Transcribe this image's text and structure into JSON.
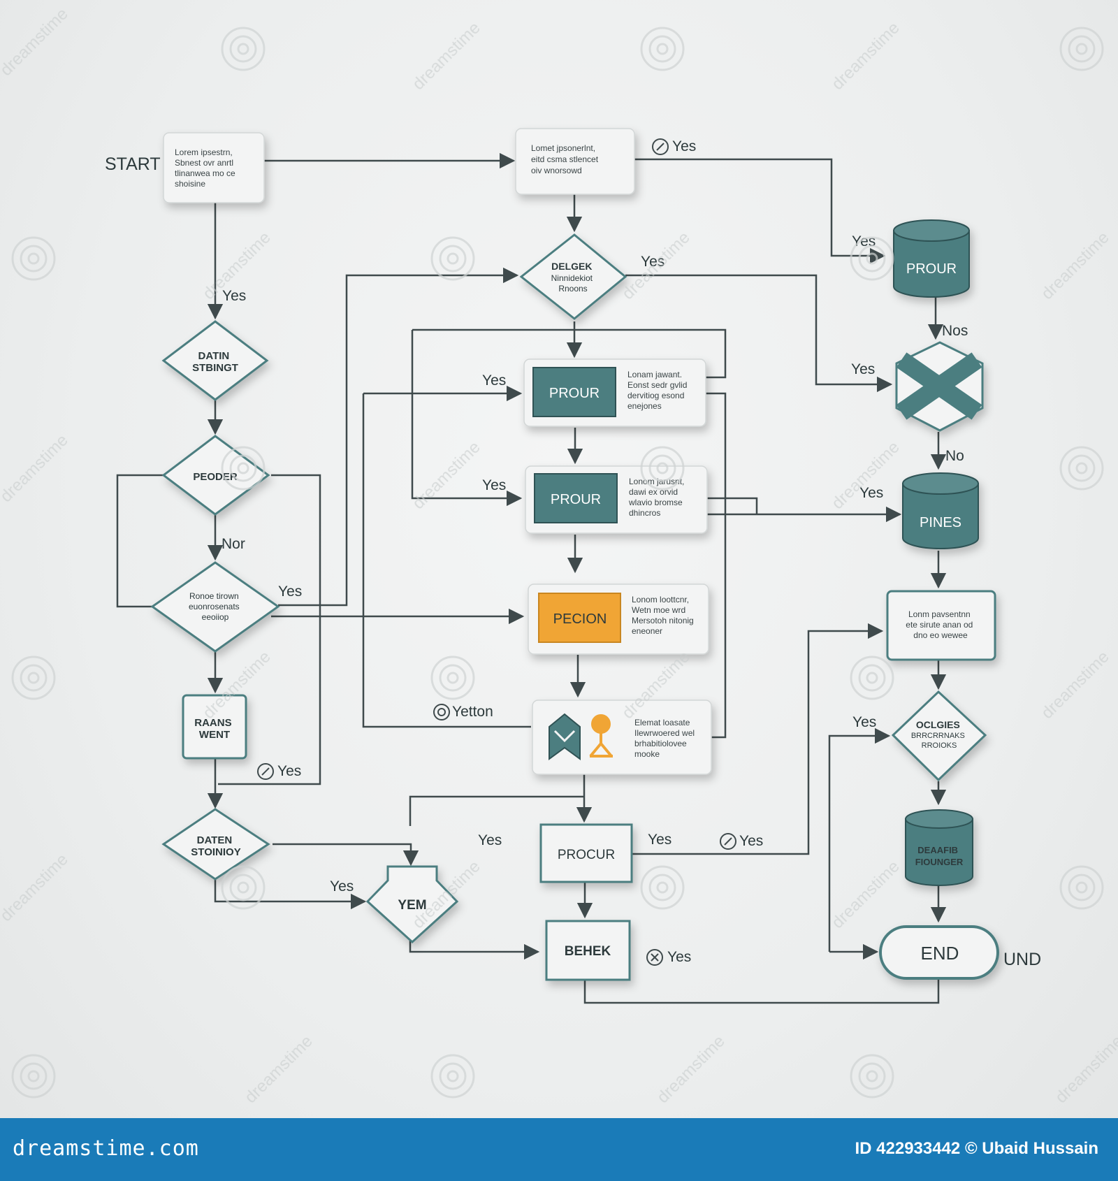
{
  "colors": {
    "teal": "#4c7e80",
    "teal_dark": "#3a6567",
    "orange": "#f0a535",
    "line": "#3f4a4c",
    "box_fill": "#f3f4f4",
    "footer": "#1a7bb8"
  },
  "labels": {
    "start": "START",
    "und": "UND"
  },
  "boxes": {
    "start_box": [
      "Lorem ipsestrn,",
      "Sbnest ovr anrtl",
      "tlinanwea mo ce",
      "shoisine"
    ],
    "top_box": [
      "Lomet jpsonerlnt,",
      "eitd csma stlencet",
      "oiv wnorsowd"
    ],
    "proc1": [
      "Lonam jawant.",
      "Eonst sedr gvlid",
      "dervitiog esond",
      "enejones"
    ],
    "proc2": [
      "Lonom jarusnt,",
      "dawi ex orvid",
      "wlavio bromse",
      "dhincros"
    ],
    "pecion": [
      "Lonom loottcnr,",
      "Wetn moe wrd",
      "Mersotoh nitonig",
      "eneoner"
    ],
    "icon_box": [
      "Elemat loasate",
      "Ilewrwoered wel",
      "brhabitiolovee",
      "mooke"
    ],
    "right_box": [
      "Lonm pavsentnn",
      "ete sirute anan od",
      "dno eo wewee"
    ]
  },
  "diamonds": {
    "d1": [
      "DATIN",
      "STBINGT"
    ],
    "d2": [
      "PEODER"
    ],
    "d3": [
      "Ronoe tirown",
      "euonrosenats",
      "eeoiiop"
    ],
    "d4": [
      "DATEN",
      "STOINIOY"
    ],
    "top_diamond": [
      "DELGEK",
      "Ninnidekiot",
      "Rnoons"
    ],
    "right_diamond": [
      "OCLGIES",
      "BRRCRRNAKS",
      "RROIOKS"
    ]
  },
  "nodes": {
    "proc1_inner": "PROUR",
    "proc2_inner": "PROUR",
    "pecion_inner": "PECION",
    "rbox": [
      "RAANS",
      "WENT"
    ],
    "yem": "YEM",
    "procur": "PROCUR",
    "bemek": "BEHEK",
    "end": "END",
    "cyl1": "PROUR",
    "cyl2": "PINES",
    "cyl3": [
      "DEAAFIB",
      "FIOUNGER"
    ]
  },
  "edge_labels": {
    "yes": "Yes",
    "nos": "Nos",
    "no": "No",
    "no_left": "Nor",
    "yetton": "Yetton"
  },
  "watermark": "dreamstime",
  "footer": {
    "logo": "dreamstime.com",
    "credit": "ID 422933442 © Ubaid Hussain"
  }
}
